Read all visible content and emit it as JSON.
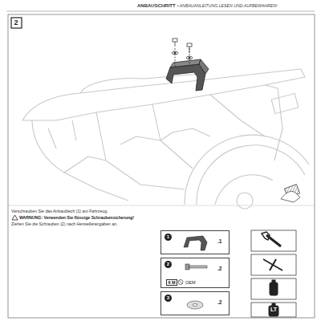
{
  "diagram": {
    "nodes": [
      {
        "text": [
          "1",
          ".1"
        ]
      },
      {
        "text": [
          "2",
          ".2",
          "6 M",
          "OEM"
        ]
      },
      {
        "text": [
          "3",
          ".2"
        ]
      }
    ],
    "labels": [
      "ANBAUSCHRITT",
      "• ANBAUANLEITUNG LESEN UND AUFBEWAHREN!",
      "2",
      "Verschrauben Sie das Anbaublech (1) am Fahrzeug.",
      "WARNUNG: Verwenden Sie flüssige Schraubensicherung!",
      "Ziehen Sie die Schrauben (2) nach Herstellerangaben an.",
      "LT"
    ]
  }
}
